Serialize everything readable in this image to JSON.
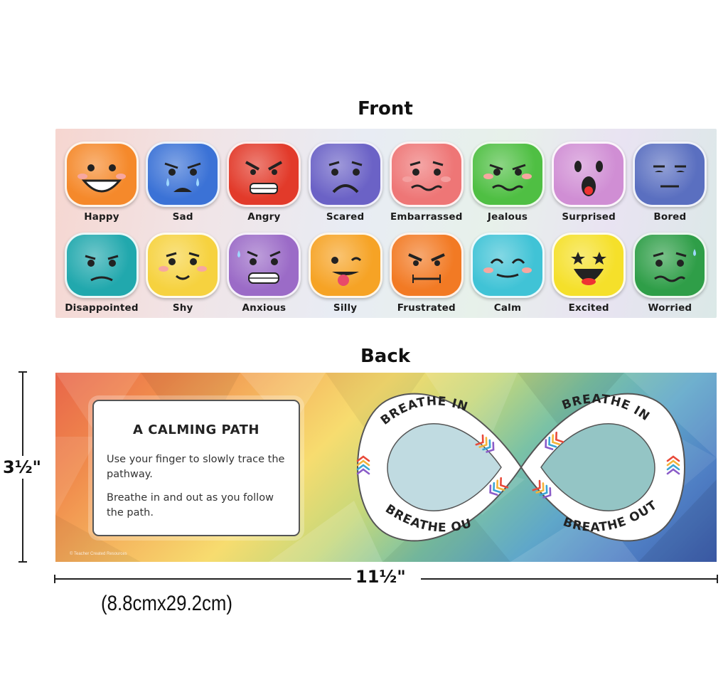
{
  "front": {
    "title": "Front",
    "emotions": [
      {
        "label": "Happy",
        "color": "#f5892b",
        "icon": "happy-face-icon"
      },
      {
        "label": "Sad",
        "color": "#3b72d6",
        "icon": "sad-face-icon"
      },
      {
        "label": "Angry",
        "color": "#e23a2a",
        "icon": "angry-face-icon"
      },
      {
        "label": "Scared",
        "color": "#6b62c6",
        "icon": "scared-face-icon"
      },
      {
        "label": "Embarrassed",
        "color": "#ee7676",
        "icon": "embarrassed-face-icon"
      },
      {
        "label": "Jealous",
        "color": "#4fbf43",
        "icon": "jealous-face-icon"
      },
      {
        "label": "Surprised",
        "color": "#d08ed4",
        "icon": "surprised-face-icon"
      },
      {
        "label": "Bored",
        "color": "#5a6fc0",
        "icon": "bored-face-icon"
      },
      {
        "label": "Disappointed",
        "color": "#21a8ad",
        "icon": "disappointed-face-icon"
      },
      {
        "label": "Shy",
        "color": "#f6d23f",
        "icon": "shy-face-icon"
      },
      {
        "label": "Anxious",
        "color": "#9b6bc7",
        "icon": "anxious-face-icon"
      },
      {
        "label": "Silly",
        "color": "#f6a325",
        "icon": "silly-face-icon"
      },
      {
        "label": "Frustrated",
        "color": "#f27a24",
        "icon": "frustrated-face-icon"
      },
      {
        "label": "Calm",
        "color": "#40c3d6",
        "icon": "calm-face-icon"
      },
      {
        "label": "Excited",
        "color": "#f5e02a",
        "icon": "excited-face-icon"
      },
      {
        "label": "Worried",
        "color": "#2f9e48",
        "icon": "worried-face-icon"
      }
    ]
  },
  "back": {
    "title": "Back",
    "info": {
      "title": "A CALMING PATH",
      "p1": "Use your finger to slowly trace the pathway.",
      "p2": "Breathe in and out as you follow the path."
    },
    "path_labels": {
      "top_left": "BREATHE IN",
      "top_right": "BREATHE IN",
      "bottom_left": "BREATHE OUT",
      "bottom_right": "BREATHE OUT"
    },
    "copyright": "© Teacher Created Resources"
  },
  "dimensions": {
    "height": "3½\"",
    "width": "11½\"",
    "metric": "(8.8cmx29.2cm)"
  }
}
